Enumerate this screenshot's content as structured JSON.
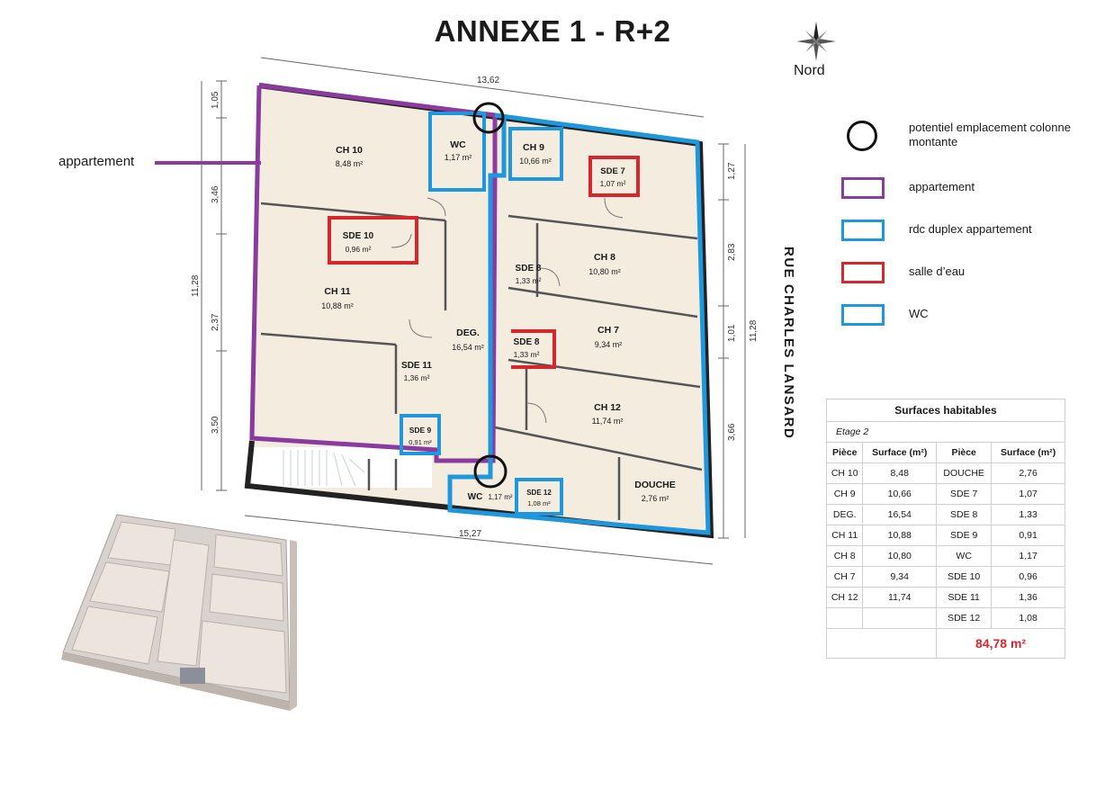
{
  "title": "ANNEXE 1 - R+2",
  "north_label": "Nord",
  "annotation_label": "appartement",
  "street": "RUE CHARLES LANSARD",
  "colors": {
    "appartement": "#8b3aa0",
    "duplex": "#1f97dd",
    "salle_eau": "#d8262d",
    "wc": "#1f97dd",
    "floor": "#f5ece0"
  },
  "legend": [
    {
      "text": "potentiel emplacement colonne montante",
      "type": "circle"
    },
    {
      "text": "appartement",
      "color": "#8b3aa0"
    },
    {
      "text": "rdc duplex appartement",
      "color": "#1f97dd"
    },
    {
      "text": "salle d’eau",
      "color": "#d8262d"
    },
    {
      "text": "WC",
      "color": "#1f97dd"
    }
  ],
  "dimensions": {
    "top": "13,62",
    "bottom": "15,27",
    "left_total": "11,28",
    "left": [
      "1,05",
      "3,46",
      "2,37",
      "3,50"
    ],
    "right_total": "11,28",
    "right": [
      "1,27",
      "2,83",
      "1,01",
      "3,66"
    ]
  },
  "rooms": [
    {
      "name": "CH 10",
      "area": "8,48 m²"
    },
    {
      "name": "WC",
      "area": "1,17 m²"
    },
    {
      "name": "CH 9",
      "area": "10,66 m²"
    },
    {
      "name": "SDE 7",
      "area": "1,07 m²"
    },
    {
      "name": "SDE 10",
      "area": "0,96 m²"
    },
    {
      "name": "CH 8",
      "area": "10,80 m²"
    },
    {
      "name": "SDE 8",
      "area": "1,33 m²"
    },
    {
      "name": "CH 11",
      "area": "10,88 m²"
    },
    {
      "name": "DEG.",
      "area": "16,54 m²"
    },
    {
      "name": "CH 7",
      "area": "9,34 m²"
    },
    {
      "name": "SDE 8",
      "area": "1,33 m²"
    },
    {
      "name": "SDE 11",
      "area": "1,36 m²"
    },
    {
      "name": "CH 12",
      "area": "11,74 m²"
    },
    {
      "name": "SDE 9",
      "area": "0,91 m²"
    },
    {
      "name": "WC",
      "area": "1,17 m²"
    },
    {
      "name": "SDE 12",
      "area": "1,08 m²"
    },
    {
      "name": "DOUCHE",
      "area": "2,76 m²"
    }
  ],
  "table": {
    "title": "Surfaces habitables",
    "subtitle": "Etage 2",
    "headers": [
      "Pièce",
      "Surface (m²)",
      "Pièce",
      "Surface (m²)"
    ],
    "rows": [
      [
        "CH 10",
        "8,48",
        "DOUCHE",
        "2,76"
      ],
      [
        "CH 9",
        "10,66",
        "SDE 7",
        "1,07"
      ],
      [
        "DEG.",
        "16,54",
        "SDE 8",
        "1,33"
      ],
      [
        "CH 11",
        "10,88",
        "SDE 9",
        "0,91"
      ],
      [
        "CH 8",
        "10,80",
        "WC",
        "1,17"
      ],
      [
        "CH 7",
        "9,34",
        "SDE 10",
        "0,96"
      ],
      [
        "CH 12",
        "11,74",
        "SDE 11",
        "1,36"
      ],
      [
        "",
        "",
        "SDE 12",
        "1,08"
      ]
    ],
    "total": "84,78 m²"
  }
}
